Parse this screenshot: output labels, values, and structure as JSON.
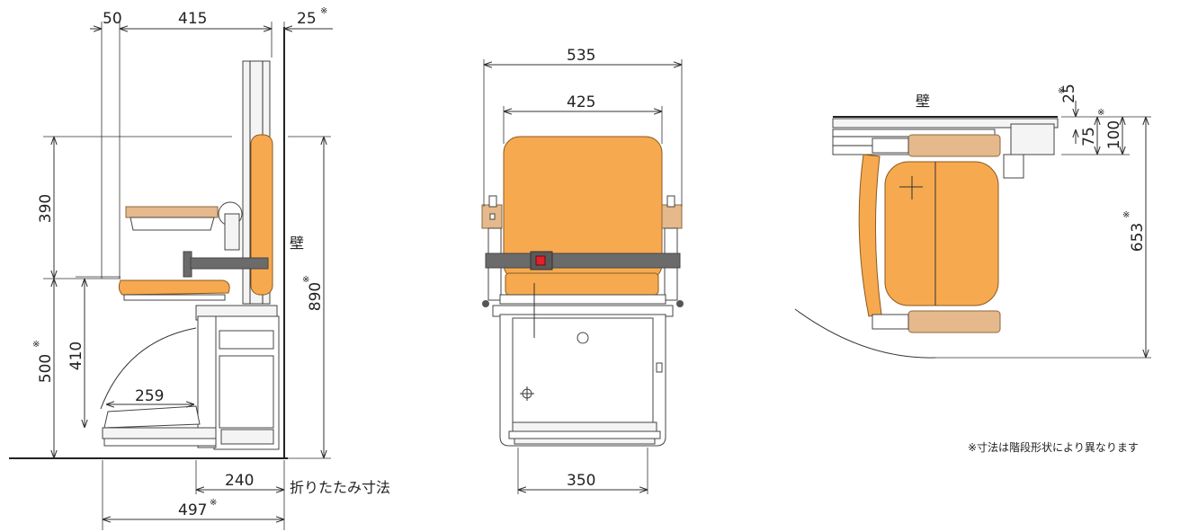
{
  "colors": {
    "seat_orange": "#f7a94f",
    "armrest_tan": "#e5b98b",
    "belt_gray": "#6b6b6b",
    "buckle_red": "#e0202a",
    "line": "#333333"
  },
  "side_view": {
    "dim_top_left": "50",
    "dim_top_width": "415",
    "dim_top_right": "25",
    "dim_back_height": "390",
    "dim_seat_height_inner": "410",
    "dim_seat_height_total": "500",
    "dim_footrest": "259",
    "dim_total_height": "890",
    "dim_folded_depth": "240",
    "folded_label": "折りたたみ寸法",
    "dim_total_depth": "497",
    "wall_label": "壁"
  },
  "front_view": {
    "dim_total_width": "535",
    "dim_seat_width": "425",
    "dim_base_width": "350"
  },
  "top_view": {
    "wall_label": "壁",
    "dim_rail_clearance": "25",
    "dim_rail_75": "75",
    "dim_rail_100": "100",
    "dim_depth": "653"
  },
  "mark": "※",
  "footnote": "※寸法は階段形状により異なります"
}
